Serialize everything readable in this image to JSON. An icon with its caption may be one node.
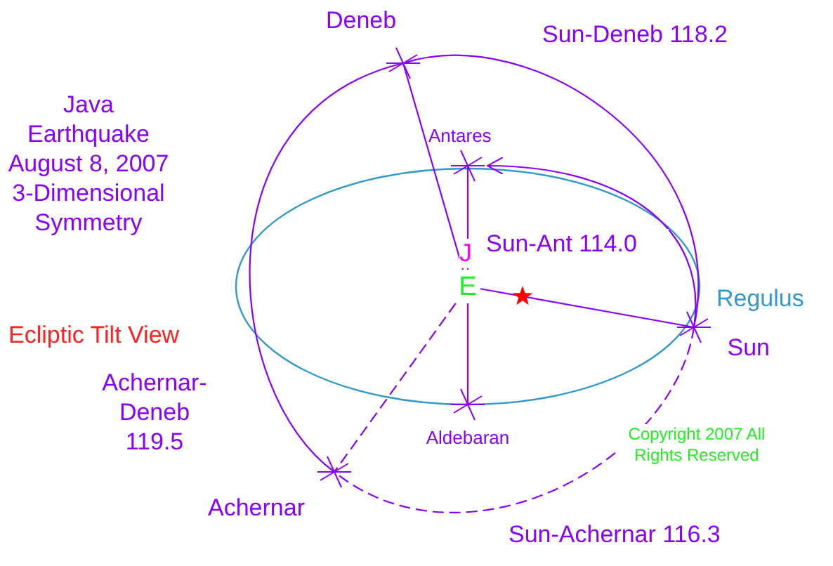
{
  "diagram": {
    "title": "Java Earthquake August 8, 2007 3-Dimensional Symmetry",
    "nodes": [
      {
        "text": [
          "Deneb"
        ]
      },
      {
        "text": [
          "Antares"
        ]
      },
      {
        "text": [
          "E"
        ]
      },
      {
        "text": [
          "Sun"
        ]
      },
      {
        "text": [
          "Aldebaran"
        ]
      },
      {
        "text": [
          "Achernar"
        ]
      }
    ],
    "edges": [
      {
        "from": 2,
        "to": 0,
        "arrow": "none"
      },
      {
        "from": 2,
        "to": 1,
        "arrow": "none",
        "label": "J"
      },
      {
        "from": 2,
        "to": 3,
        "arrow": "none"
      },
      {
        "from": 2,
        "to": 5,
        "arrow": "none",
        "style": "dashed"
      },
      {
        "from": 2,
        "to": 4,
        "arrow": "none"
      },
      {
        "from": 0,
        "to": 3,
        "arrow": "none",
        "label": "Sun-Deneb 118.2"
      },
      {
        "from": 3,
        "to": 1,
        "arrow": "to",
        "label": "Sun-Ant 114.0"
      },
      {
        "from": 3,
        "to": 5,
        "arrow": "none",
        "style": "dashed",
        "label": "Sun-Achernar 116.3"
      },
      {
        "from": 5,
        "to": 0,
        "arrow": "none",
        "label": "Achernar-Deneb 119.5"
      }
    ],
    "labels": [
      "Ecliptic Tilt View",
      "Regulus",
      "Copyright 2007 All Rights Reserved"
    ]
  }
}
